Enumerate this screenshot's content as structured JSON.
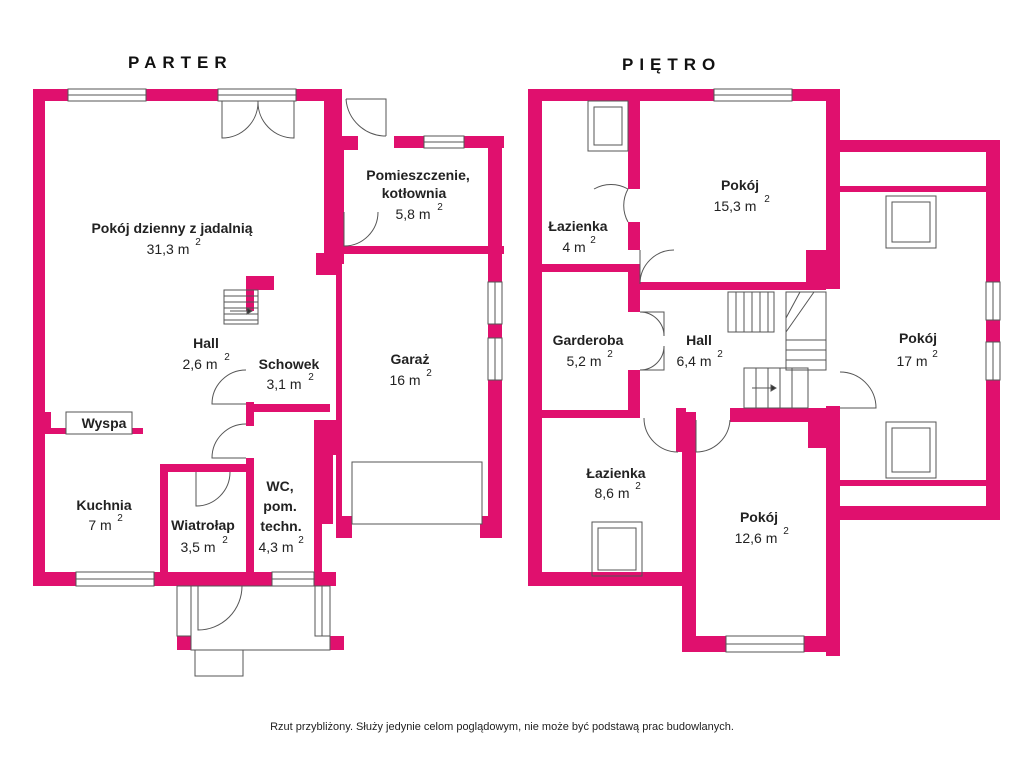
{
  "titles": {
    "ground": "PARTER",
    "upper": "PIĘTRO"
  },
  "wall_color": "#e0106e",
  "rooms_ground": [
    {
      "name": "Pokój dzienny z jadalnią",
      "area": "31,3 m",
      "sup": "2"
    },
    {
      "name": "Pomieszczenie,",
      "name2": "kotłownia",
      "area": "5,8 m",
      "sup": "2"
    },
    {
      "name": "Hall",
      "area": "2,6 m",
      "sup": "2"
    },
    {
      "name": "Schowek",
      "area": "3,1 m",
      "sup": "2"
    },
    {
      "name": "Garaż",
      "area": "16 m",
      "sup": "2"
    },
    {
      "name": "Wyspa"
    },
    {
      "name": "Kuchnia",
      "area": "7 m",
      "sup": "2"
    },
    {
      "name": "Wiatrołap",
      "area": "3,5 m",
      "sup": "2"
    },
    {
      "name": "WC,",
      "name2": "pom.",
      "name3": "techn.",
      "area": "4,3 m",
      "sup": "2"
    }
  ],
  "rooms_upper": [
    {
      "name": "Łazienka",
      "area": "4 m",
      "sup": "2"
    },
    {
      "name": "Pokój",
      "area": "15,3 m",
      "sup": "2"
    },
    {
      "name": "Pokój",
      "area": "17 m",
      "sup": "2"
    },
    {
      "name": "Garderoba",
      "area": "5,2 m",
      "sup": "2"
    },
    {
      "name": "Hall",
      "area": "6,4 m",
      "sup": "2"
    },
    {
      "name": "Łazienka",
      "area": "8,6 m",
      "sup": "2"
    },
    {
      "name": "Pokój",
      "area": "12,6 m",
      "sup": "2"
    }
  ],
  "footer_note": "Rzut przybliżony. Służy jedynie celom poglądowym, nie może być podstawą prac budowlanych."
}
